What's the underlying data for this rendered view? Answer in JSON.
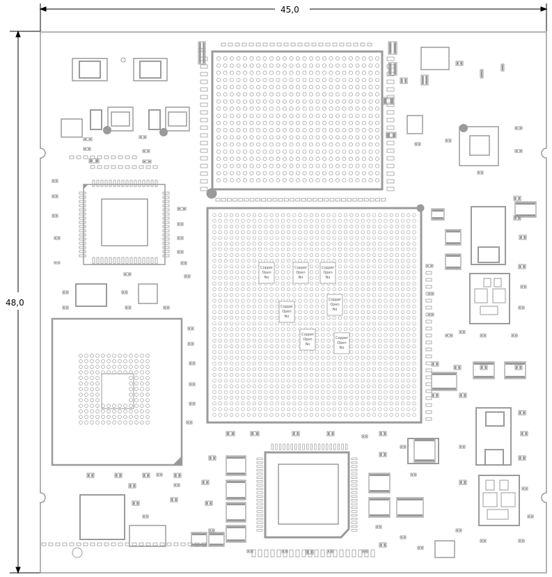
{
  "dimensions": {
    "width_label": "45,0",
    "height_label": "48,0"
  },
  "annotations": {
    "copper_open": [
      "Copper",
      "Open",
      "No"
    ]
  },
  "colors": {
    "board_outline": "#9a9a9a",
    "component": "#9a9a9a",
    "board_fill": "#ffffff",
    "dimension_line": "#000000"
  }
}
